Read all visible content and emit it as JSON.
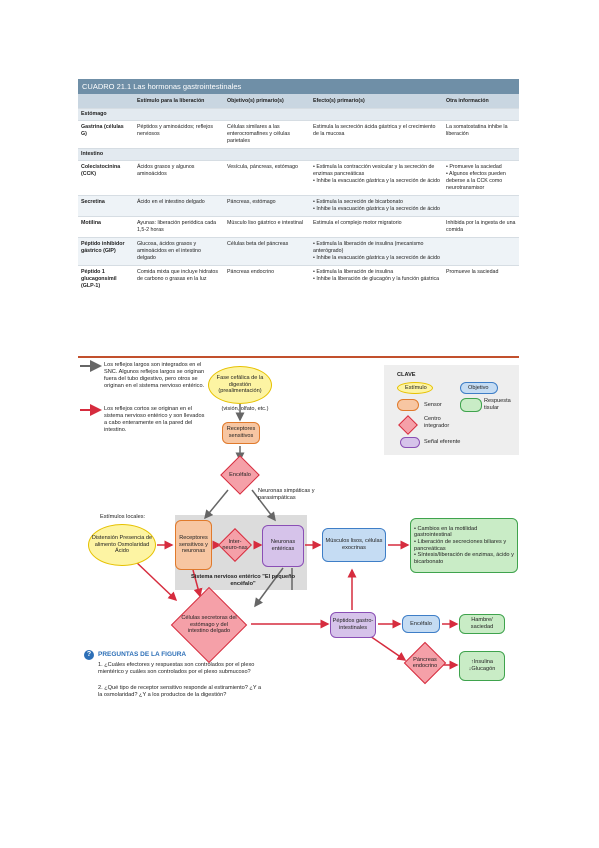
{
  "table": {
    "title": "CUADRO 21.1 Las hormonas gastrointestinales",
    "headers": [
      "",
      "Estímulo para la liberación",
      "Objetivo(s) primario(s)",
      "Efecto(s) primario(s)",
      "Otra información"
    ],
    "sections": [
      {
        "name": "Estómago",
        "rows": [
          {
            "hormone": "Gastrina (células G)",
            "stimulus": "Péptidos y aminoácidos; reflejos nerviosos",
            "target": "Células similares a las enterocromafines y células parietales",
            "effect": "Estimula la secreción ácida gástrica y el crecimiento de la mucosa",
            "other": "La somatostatina inhibe la liberación"
          }
        ]
      },
      {
        "name": "Intestino",
        "rows": [
          {
            "hormone": "Colecistocinina (CCK)",
            "stimulus": "Ácidos grasos y algunos aminoácidos",
            "target": "Vesícula, páncreas, estómago",
            "effect": "• Estimula la contracción vesicular y la secreción de enzimas pancreáticas\n• Inhibe la evacuación gástrica y la secreción de ácido",
            "other": "• Promueve la saciedad\n• Algunos efectos pueden deberse a la CCK como neurotransmisor"
          },
          {
            "hormone": "Secretina",
            "stimulus": "Ácido en el intestino delgado",
            "target": "Páncreas, estómago",
            "effect": "• Estimula la secreción de bicarbonato\n• Inhibe la evacuación gástrica y la secreción de ácido",
            "other": ""
          },
          {
            "hormone": "Motilina",
            "stimulus": "Ayunas: liberación periódica cada 1,5-2 horas",
            "target": "Músculo liso gástrico e intestinal",
            "effect": "Estimula el complejo motor migratorio",
            "other": "Inhibida por la ingesta de una comida"
          },
          {
            "hormone": "Péptido inhibidor gástrico (GIP)",
            "stimulus": "Glucosa, ácidos grasos y aminoácidos en el intestino delgado",
            "target": "Células beta del páncreas",
            "effect": "• Estimula la liberación de insulina (mecanismo anterógrado)\n• Inhibe la evacuación gástrica y la secreción de ácido",
            "other": ""
          },
          {
            "hormone": "Péptido 1 glucagonsímil (GLP-1)",
            "stimulus": "Comida mixta que incluye hidratos de carbono o grasas en la luz",
            "target": "Páncreas endocrino",
            "effect": "• Estimula la liberación de insulina\n• Inhibe la liberación de glucagón y la función gástrica",
            "other": "Promueve la saciedad"
          }
        ]
      }
    ]
  },
  "legend_text": {
    "long": "Los reflejos largos son integrados en el SNC. Algunos reflejos largos se originan fuera del tubo digestivo, pero otros se originan en el sistema nervioso entérico.",
    "short": "Los reflejos cortos se originan en el sistema nervioso entérico y son llevados a cabo enteramente en la pared del intestino."
  },
  "diagram": {
    "fase_cefalica": "Fase cefálica de la digestión (prealimentación)",
    "vision": "(visión, olfato, etc.)",
    "receptores_sensitivos": "Receptores sensitivos",
    "encefalo_top": "Encéfalo",
    "neuronas_simp": "Neuronas simpáticas y parasimpáticas",
    "estimulos_locales": "Estímulos locales:",
    "estimulos_list": "Distensión Presencia de alimento Osmolaridad Ácido",
    "receptores_neuronas": "Receptores sensitivos y neuronas",
    "interneuronas": "Inter-neuro-nas",
    "neuronas_entericas": "Neuronas entéricas",
    "sne_label": "Sistema nervioso entérico \"El pequeño encéfalo\"",
    "musculos": "Músculos lisos, células exocrinas",
    "efectos": "• Cambios en la motilidad gastrointestinal\n• Liberación de secreciones biliares y pancreáticas\n• Síntesis/liberación de enzimas, ácido y bicarbonato",
    "celulas_secretoras": "Células secretoras del estómago y del intestino delgado",
    "peptidos": "Péptidos gastro-intestinales",
    "encefalo_bottom": "Encéfalo",
    "hambre": "Hambre/ saciedad",
    "pancreas": "Páncreas endocrino",
    "insulina": "↑Insulina",
    "glucagon": "↓Glucagón"
  },
  "clave": {
    "title": "CLAVE",
    "estimulo": "Estímulo",
    "objetivo": "Objetivo",
    "sensor": "Sensor",
    "respuesta": "Respuesta tisular",
    "centro": "Centro integrador",
    "senal": "Señal eferente"
  },
  "preguntas": {
    "title": "PREGUNTAS DE LA FIGURA",
    "q1": "1. ¿Cuáles efectores y respuestas son controlados por el plexo mientérico y cuáles son controlados por el plexo submucoso?",
    "q2": "2. ¿Qué tipo de receptor sensitivo responde al estiramiento? ¿Y a la osmolaridad? ¿Y a los productos de la digestión?"
  },
  "colors": {
    "header": "#6f8fa7",
    "divider": "#c2502d",
    "short_reflex": "#d62c3e",
    "long_reflex": "#555555"
  }
}
